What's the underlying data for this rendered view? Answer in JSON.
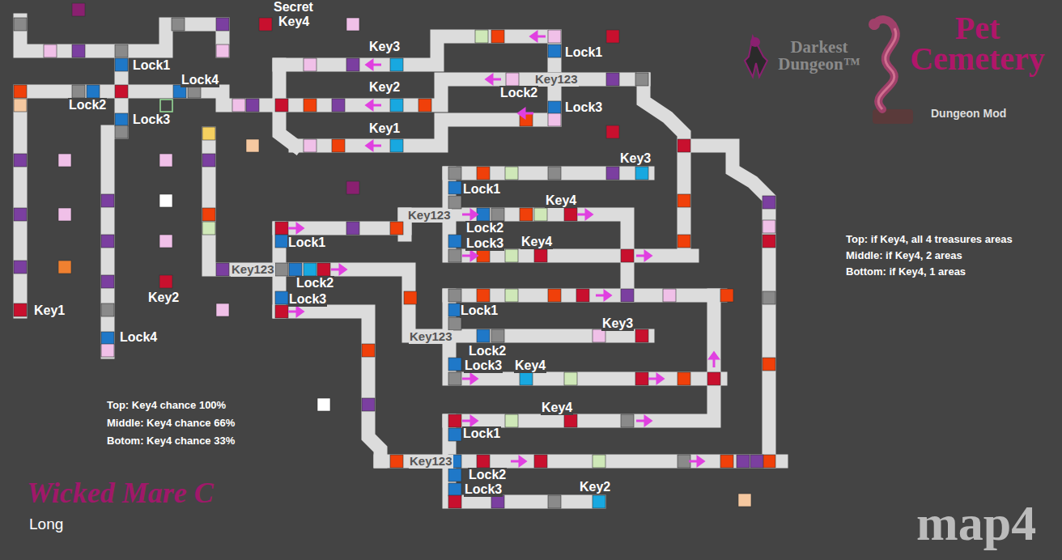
{
  "diagram": {
    "title": "Wicked Mare C",
    "labels": [
      "Secret",
      "Key4",
      "Lock1",
      "Lock4",
      "Lock2",
      "Lock3",
      "Key1",
      "Key2",
      "Lock4",
      "Key3",
      "Key2",
      "Key1",
      "Lock1",
      "Key123",
      "Lock2",
      "Lock3",
      "Key3",
      "Lock1",
      "Key4",
      "Key123",
      "Lock2",
      "Lock3",
      "Key4",
      "Key123",
      "Lock1",
      "Lock2",
      "Lock3",
      "Lock1",
      "Key3",
      "Key123",
      "Lock2",
      "Lock3",
      "Key4",
      "Key4",
      "Lock1",
      "Key123",
      "Lock2",
      "Lock3",
      "Key2",
      "Top: Key4 chance 100%",
      "Middle: Key4 chance 66%",
      "Botom: Key4 chance 33%",
      "Top: if Key4, all 4 treasures areas",
      "Middle: if Key4, 2 areas",
      "Bottom: if Key4, 1 areas",
      "Darkest Dungeon™",
      "Pet Cemetery",
      "Dungeon Mod",
      "Long",
      "map4"
    ]
  }
}
